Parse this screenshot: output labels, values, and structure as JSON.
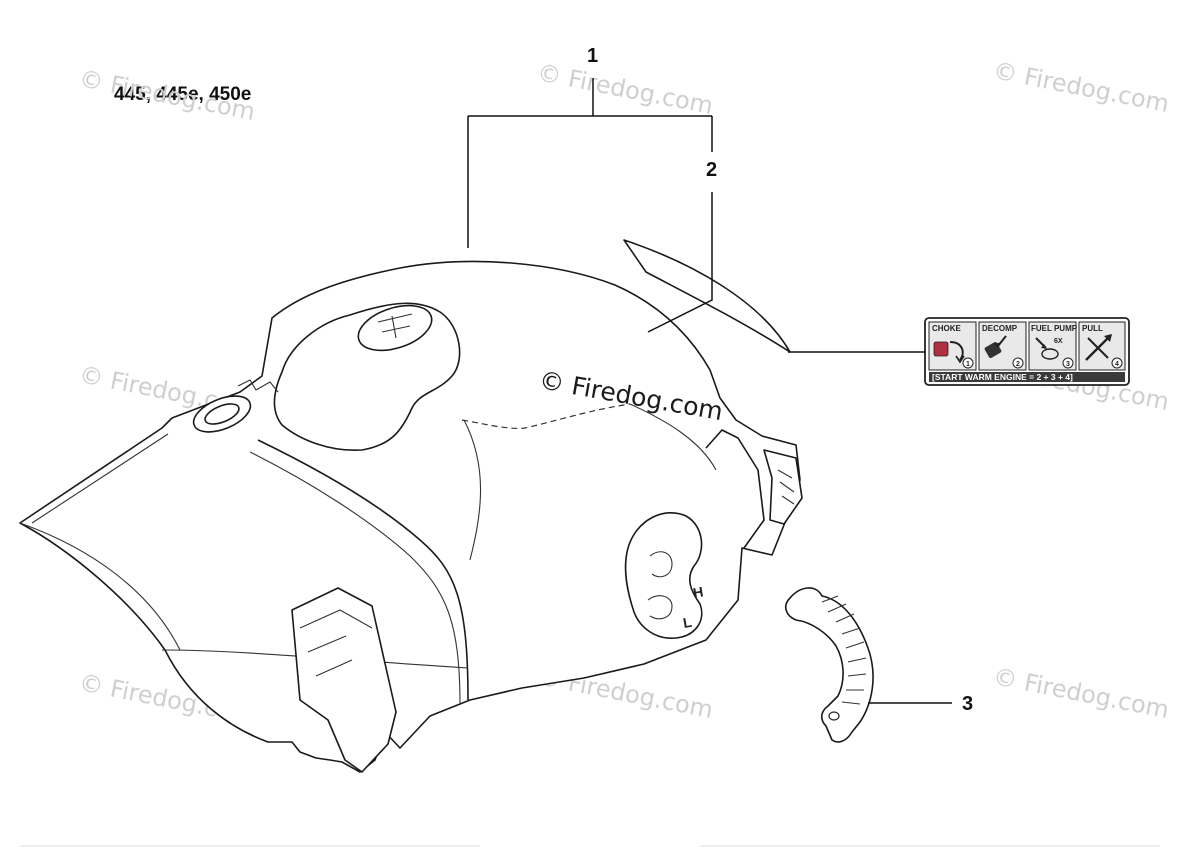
{
  "model_text": "445, 445e, 450e",
  "callouts": [
    "1",
    "2",
    "3"
  ],
  "watermark": "© Firedog.com",
  "decal": {
    "panels": [
      "CHOKE",
      "DECOMP",
      "FUEL PUMP",
      "PULL"
    ],
    "steps": [
      "1",
      "2",
      "3",
      "4"
    ],
    "pump_count": "6X",
    "footer": "[START WARM ENGINE = 2 + 3 + 4]"
  },
  "adjust_marks": [
    "H",
    "L"
  ]
}
